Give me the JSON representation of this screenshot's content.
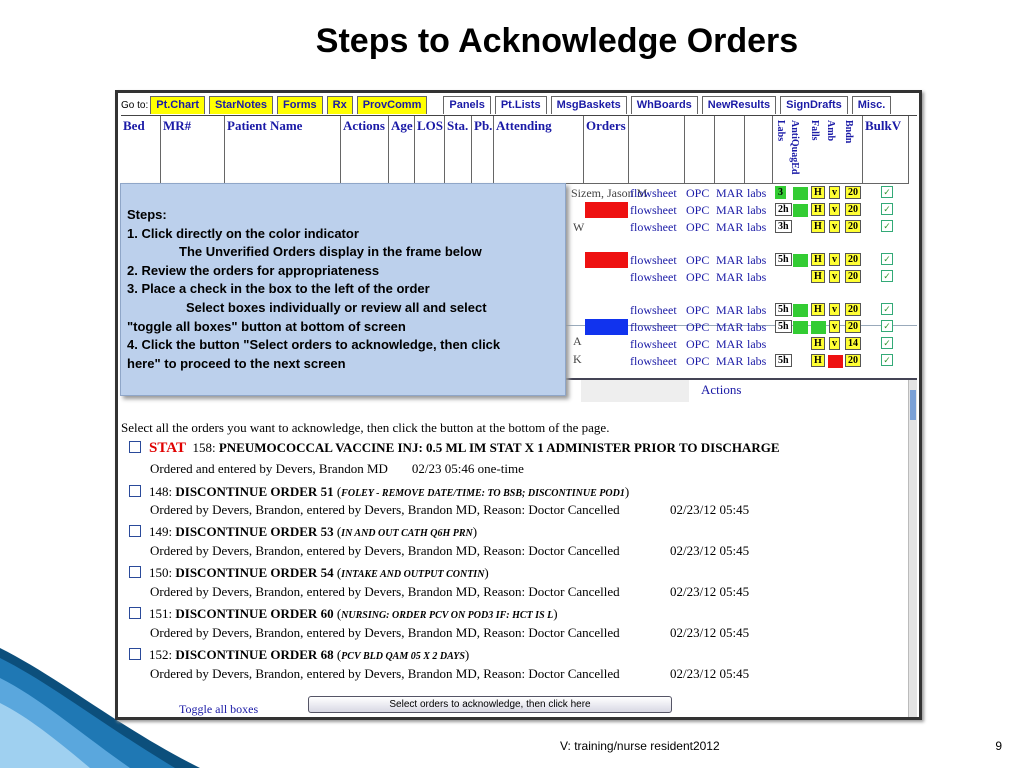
{
  "slide": {
    "title": "Steps to Acknowledge Orders",
    "footer": "V:  training/nurse resident2012",
    "page_number": "9"
  },
  "nav": {
    "goto_label": "Go to:",
    "tabs_yellow": [
      "Pt.Chart",
      "StarNotes",
      "Forms",
      "Rx",
      "ProvComm"
    ],
    "tabs_white": [
      "Panels",
      "Pt.Lists",
      "MsgBaskets",
      "WhBoards",
      "NewResults",
      "SignDrafts",
      "Misc."
    ]
  },
  "grid": {
    "headers": [
      "Bed",
      "MR#",
      "Patient Name",
      "Actions",
      "Age",
      "LOS",
      "Sta.",
      "Pb.",
      "Attending",
      "Orders"
    ],
    "vertical_headers": [
      "Labs",
      "AntiQuagEd",
      "Falls",
      "Amb",
      "Bndn"
    ],
    "bulk_header": "BulkV",
    "partial_texts": [
      "Sizem, Jason M",
      "W",
      "A",
      "K"
    ],
    "rows": [
      {
        "order_color": "",
        "links": [
          "flowsheet",
          "OPC",
          "MAR",
          "labs"
        ],
        "lab": "3",
        "lab_green": true,
        "green": true,
        "H": "H",
        "v": "v",
        "n": "20",
        "red": false
      },
      {
        "order_color": "#ee1111",
        "links": [
          "flowsheet",
          "OPC",
          "MAR",
          "labs"
        ],
        "lab": "2h",
        "lab_green": false,
        "green": true,
        "H": "H",
        "v": "v",
        "n": "20",
        "red": false
      },
      {
        "order_color": "",
        "links": [
          "flowsheet",
          "OPC",
          "MAR",
          "labs"
        ],
        "lab": "3h",
        "lab_green": false,
        "green": false,
        "H": "H",
        "v": "v",
        "n": "20",
        "red": false
      },
      {
        "order_color": "#ee1111",
        "links": [
          "flowsheet",
          "OPC",
          "MAR",
          "labs"
        ],
        "lab": "5h",
        "lab_green": false,
        "green": true,
        "H": "H",
        "v": "v",
        "n": "20",
        "red": false
      },
      {
        "order_color": "",
        "links": [
          "flowsheet",
          "OPC",
          "MAR",
          "labs"
        ],
        "lab": "",
        "lab_green": false,
        "green": false,
        "H": "H",
        "v": "v",
        "n": "20",
        "red": false
      },
      {
        "order_color": "",
        "links": [
          "flowsheet",
          "OPC",
          "MAR",
          "labs"
        ],
        "lab": "5h",
        "lab_green": false,
        "green": true,
        "H": "H",
        "v": "v",
        "n": "20",
        "red": false
      },
      {
        "order_color": "#1133ee",
        "links": [
          "flowsheet",
          "OPC",
          "MAR",
          "labs"
        ],
        "lab": "5h",
        "lab_green": false,
        "green": true,
        "H": "",
        "v": "v",
        "n": "20",
        "red": false
      },
      {
        "order_color": "",
        "links": [
          "flowsheet",
          "OPC",
          "MAR",
          "labs"
        ],
        "lab": "",
        "lab_green": false,
        "green": false,
        "H": "H",
        "v": "v",
        "n": "14",
        "red": false
      },
      {
        "order_color": "",
        "links": [
          "flowsheet",
          "OPC",
          "MAR",
          "labs"
        ],
        "lab": "5h",
        "lab_green": false,
        "green": false,
        "H": "H",
        "v": "",
        "n": "20",
        "red": true
      }
    ]
  },
  "popup": {
    "heading": "Steps:",
    "line1": "1. Click directly on the color indicator",
    "line1b": "The Unverified Orders display in the frame below",
    "line2": "2. Review the orders for appropriateness",
    "line3": "3. Place a check in the box to the left of the order",
    "line3b": "Select boxes individually or review all and select",
    "line3c": "\"toggle all boxes\" button at bottom of screen",
    "line4": "4. Click the button \"Select orders to acknowledge, then click",
    "line4b": "here\" to proceed to the next screen"
  },
  "pane": {
    "actions_label": "Actions",
    "instruction": "Select all the orders you want to acknowledge, then click the button at the bottom of the page.",
    "stat_label": "STAT",
    "orders": [
      {
        "num": "158:",
        "title": "PNEUMOCOCCAL VACCINE INJ: 0.5 ML IM STAT X 1 ADMINISTER PRIOR TO DISCHARGE",
        "detail": "",
        "sub": "Ordered and entered by Devers, Brandon MD",
        "time": "02/23 05:46 one-time"
      },
      {
        "num": "148:",
        "title": "DISCONTINUE ORDER 51",
        "detail": "FOLEY - REMOVE DATE/TIME: TO BSB; DISCONTINUE POD1",
        "sub": "Ordered by Devers, Brandon, entered by Devers, Brandon MD, Reason: Doctor Cancelled",
        "time": "02/23/12 05:45"
      },
      {
        "num": "149:",
        "title": "DISCONTINUE ORDER 53",
        "detail": "IN AND OUT CATH Q6H PRN",
        "sub": "Ordered by Devers, Brandon, entered by Devers, Brandon MD, Reason: Doctor Cancelled",
        "time": "02/23/12 05:45"
      },
      {
        "num": "150:",
        "title": "DISCONTINUE ORDER 54",
        "detail": "INTAKE AND OUTPUT CONTIN",
        "sub": "Ordered by Devers, Brandon, entered by Devers, Brandon MD, Reason: Doctor Cancelled",
        "time": "02/23/12 05:45"
      },
      {
        "num": "151:",
        "title": "DISCONTINUE ORDER 60",
        "detail": "NURSING: ORDER PCV ON POD3 IF: HCT IS L",
        "sub": "Ordered by Devers, Brandon, entered by Devers, Brandon MD, Reason: Doctor Cancelled",
        "time": "02/23/12 05:45"
      },
      {
        "num": "152:",
        "title": "DISCONTINUE ORDER 68",
        "detail": "PCV BLD QAM 05 X 2 DAYS",
        "sub": "Ordered by Devers, Brandon, entered by Devers, Brandon MD, Reason: Doctor Cancelled",
        "time": "02/23/12 05:45"
      }
    ],
    "toggle_label": "Toggle all boxes",
    "submit_label": "Select orders to acknowledge, then click here"
  }
}
